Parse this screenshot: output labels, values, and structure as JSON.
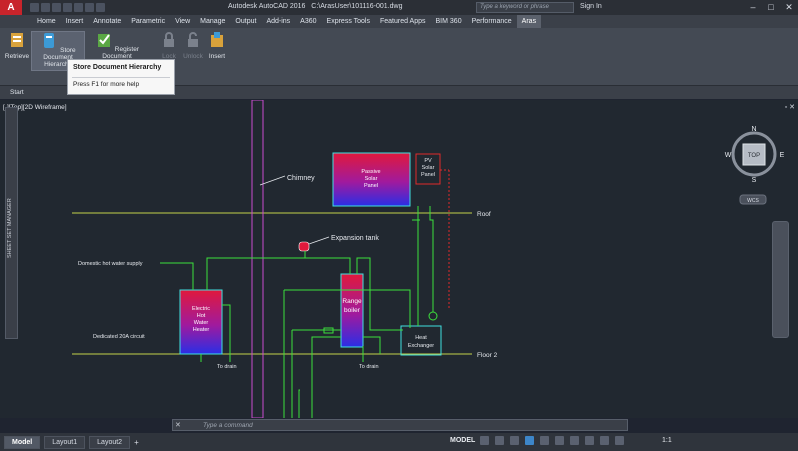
{
  "app": {
    "title": "Autodesk AutoCAD 2016",
    "file": "C:\\ArasUser\\101116-001.dwg",
    "search_placeholder": "Type a keyword or phrase",
    "signin": "Sign In"
  },
  "ribbon": {
    "tabs": [
      "Home",
      "Insert",
      "Annotate",
      "Parametric",
      "View",
      "Manage",
      "Output",
      "Add-ins",
      "A360",
      "Express Tools",
      "Featured Apps",
      "BIM 360",
      "Performance",
      "Aras"
    ],
    "active_tab": "Aras",
    "buttons": {
      "retrieve": "Retrieve",
      "store_document_hierarchy": "Store Document Hierarchy",
      "register_document": "Register Document",
      "lock": "Lock",
      "unlock": "Unlock",
      "insert": "Insert"
    },
    "tooltip": {
      "title": "Store Document Hierarchy",
      "hint": "Press F1 for more help"
    }
  },
  "doc_tabs": {
    "start": "Start"
  },
  "viewport": {
    "label": "[-][Top][2D Wireframe]",
    "sheet_set_manager": "SHEET SET MANAGER",
    "viewcube": {
      "n": "N",
      "s": "S",
      "e": "E",
      "w": "W",
      "top": "TOP",
      "wcs": "WCS"
    }
  },
  "drawing": {
    "chimney": "Chimney",
    "roof": "Roof",
    "floor2": "Floor 2",
    "expansion_tank": "Expansion tank",
    "domestic_hot_water": "Domestic hot water supply",
    "dedicated_circuit": "Dedicated 20A circuit",
    "to_drain_1": "To drain",
    "to_drain_2": "To drain",
    "passive_solar_1": "Passive",
    "passive_solar_2": "Solar",
    "passive_solar_3": "Panel",
    "pv_1": "PV",
    "pv_2": "Solar",
    "pv_3": "Panel",
    "electric_1": "Electric",
    "electric_2": "Hot",
    "electric_3": "Water",
    "electric_4": "Heater",
    "range_1": "Range",
    "range_2": "boiler",
    "heat_1": "Heat",
    "heat_2": "Exchanger"
  },
  "command": {
    "placeholder": "Type a command"
  },
  "status": {
    "layouts": [
      "Model",
      "Layout1",
      "Layout2"
    ],
    "model": "MODEL",
    "scale": "1:1"
  }
}
